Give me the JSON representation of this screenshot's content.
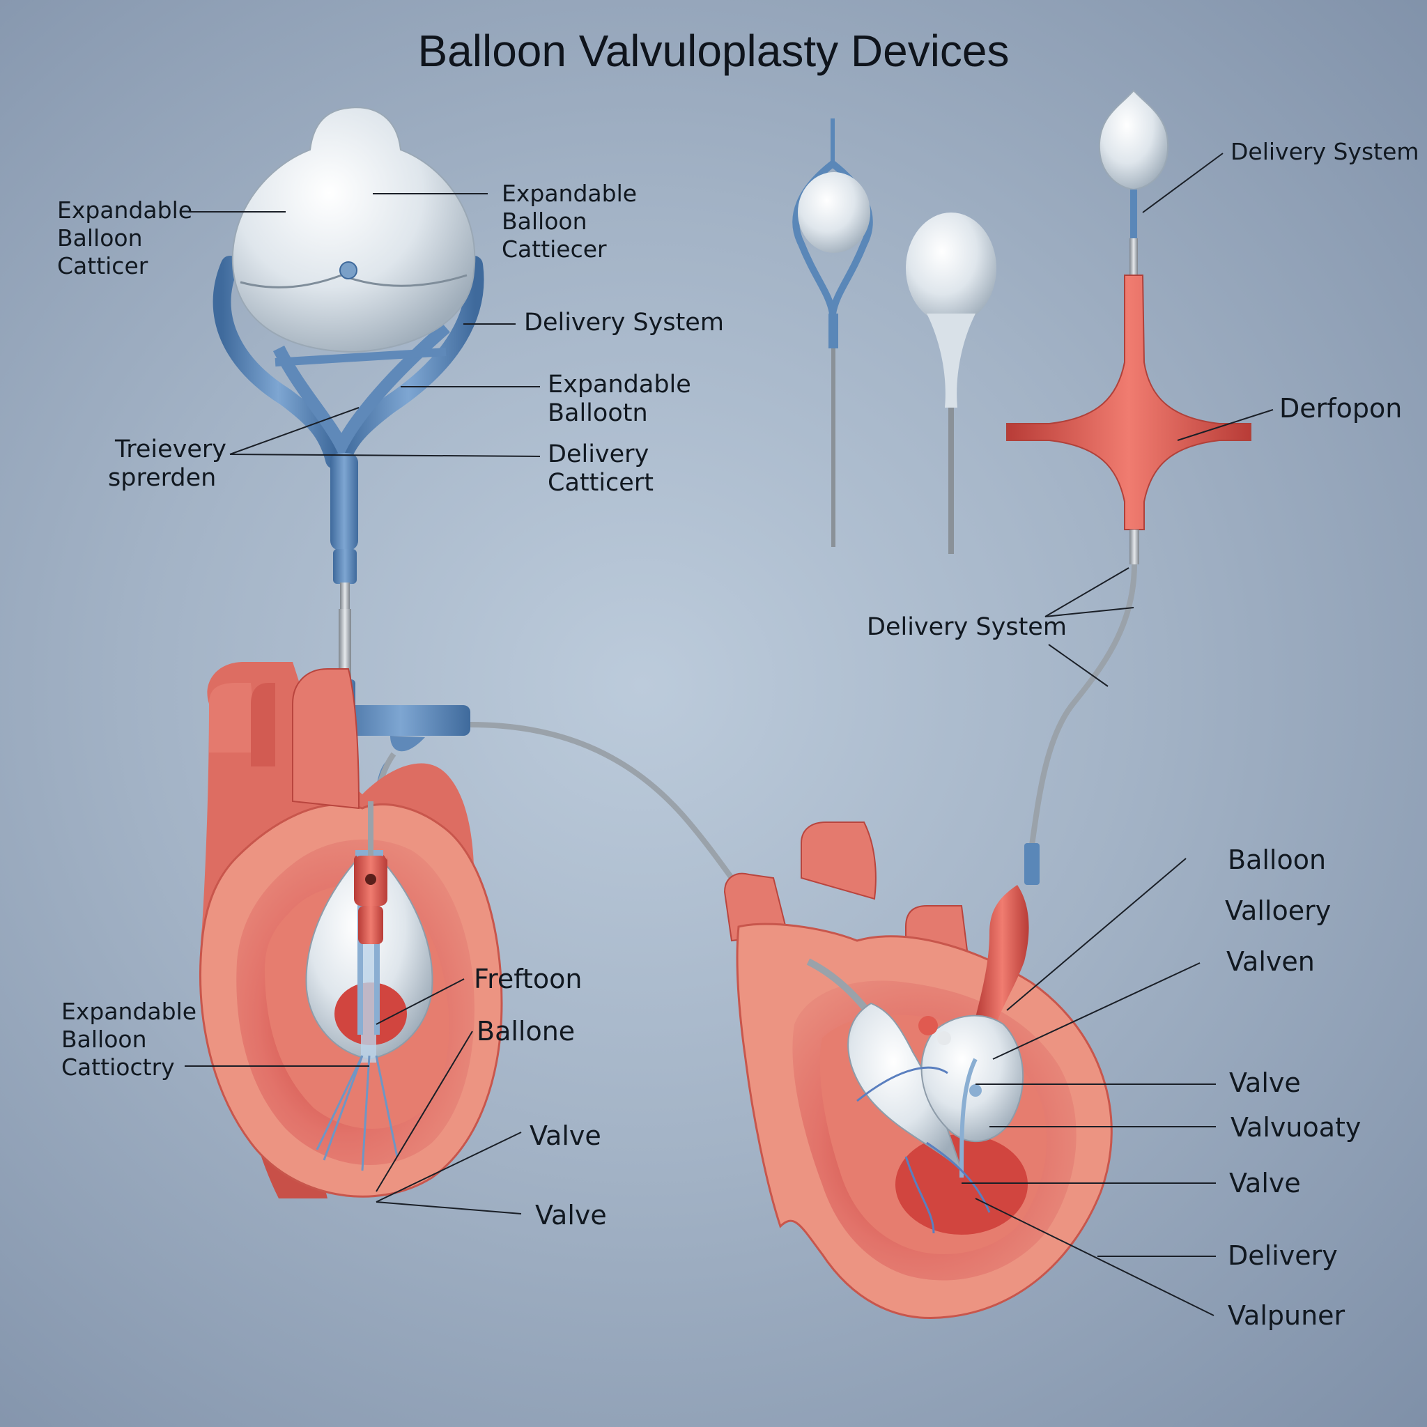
{
  "title": "Balloon Valvuloplasty Devices",
  "colors": {
    "background": "#a3b3c6",
    "catheter_blue": "#5a87b8",
    "balloon_white": "#e8eef3",
    "tissue_red": "#d95a52",
    "tissue_pink": "#f0a08e"
  },
  "labels": {
    "tl_expandable": [
      "Expandable",
      "Balloon",
      "Catticer"
    ],
    "tc_expandable": [
      "Expandable",
      "Balloon",
      "Cattiecer"
    ],
    "tc_delivery_system": "Delivery System",
    "mid_expandable": [
      "Expandable",
      "Ballootn"
    ],
    "treievery": [
      "Treievery",
      "sprerden"
    ],
    "mid_delivery": [
      "Delivery",
      "Catticert"
    ],
    "tr_delivery_system": "Delivery System",
    "derfopon": "Derfopon",
    "right_delivery_system": "Delivery System",
    "bl_expandable": [
      "Expandable",
      "Balloon",
      "Cattioctry"
    ],
    "freftoon": "Freftoon",
    "ballone": "Ballone",
    "bl_valve_1": "Valve",
    "bl_valve_2": "Valve",
    "br_balloon": "Balloon",
    "br_valloery": "Valloery",
    "br_valven": "Valven",
    "br_valve_1": "Valve",
    "br_valvuoaty": "Valvuoaty",
    "br_valve_2": "Valve",
    "br_delivery": "Delivery",
    "br_valpuner": "Valpuner"
  }
}
